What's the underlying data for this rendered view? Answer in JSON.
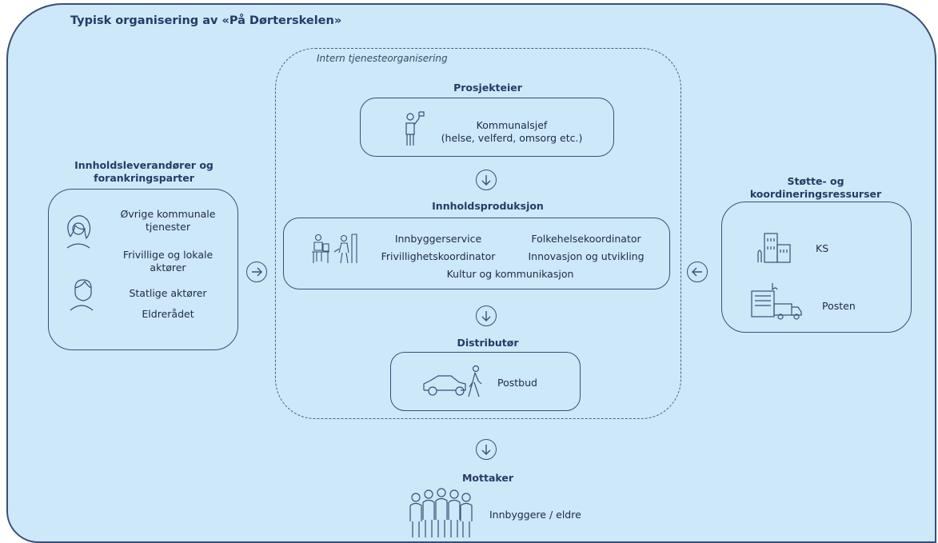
{
  "title": "Typisk organisering av «På Dørterskelen»",
  "internal_label": "Intern tjenesteorganisering",
  "sections": {
    "project_owner": {
      "heading": "Prosjekteier",
      "line1": "Kommunalsjef",
      "line2": "(helse, velferd, omsorg etc.)"
    },
    "content_production": {
      "heading": "Innholdsproduksjon",
      "roles": [
        "Innbyggerservice",
        "Folkehelsekoordinator",
        "Frivillighetskoordinator",
        "Innovasjon og utvikling",
        "Kultur og kommunikasjon"
      ]
    },
    "distributor": {
      "heading": "Distributør",
      "item": "Postbud"
    },
    "recipient": {
      "heading": "Mottaker",
      "item": "Innbyggere / eldre"
    },
    "content_providers": {
      "heading_line1": "Innholdsleverandører og",
      "heading_line2": "forankringsparter",
      "item1_line1": "Øvrige kommunale",
      "item1_line2": "tjenester",
      "item2_line1": "Frivillige og lokale",
      "item2_line2": "aktører",
      "item3": "Statlige aktører",
      "item4": "Eldrerådet"
    },
    "support": {
      "heading_line1": "Støtte- og",
      "heading_line2": "koordineringsressurser",
      "item1": "KS",
      "item2": "Posten"
    }
  },
  "colors": {
    "background": "#cde8f8",
    "outline": "#3b4e78",
    "heading": "#283a66"
  },
  "icons": [
    "person-flag-icon",
    "office-people-icon",
    "car-icon",
    "walking-person-icon",
    "people-group-icon",
    "woman-icon",
    "man-icon",
    "buildings-icon",
    "post-office-truck-icon",
    "arrow-down-icon",
    "arrow-right-icon",
    "arrow-left-icon"
  ]
}
